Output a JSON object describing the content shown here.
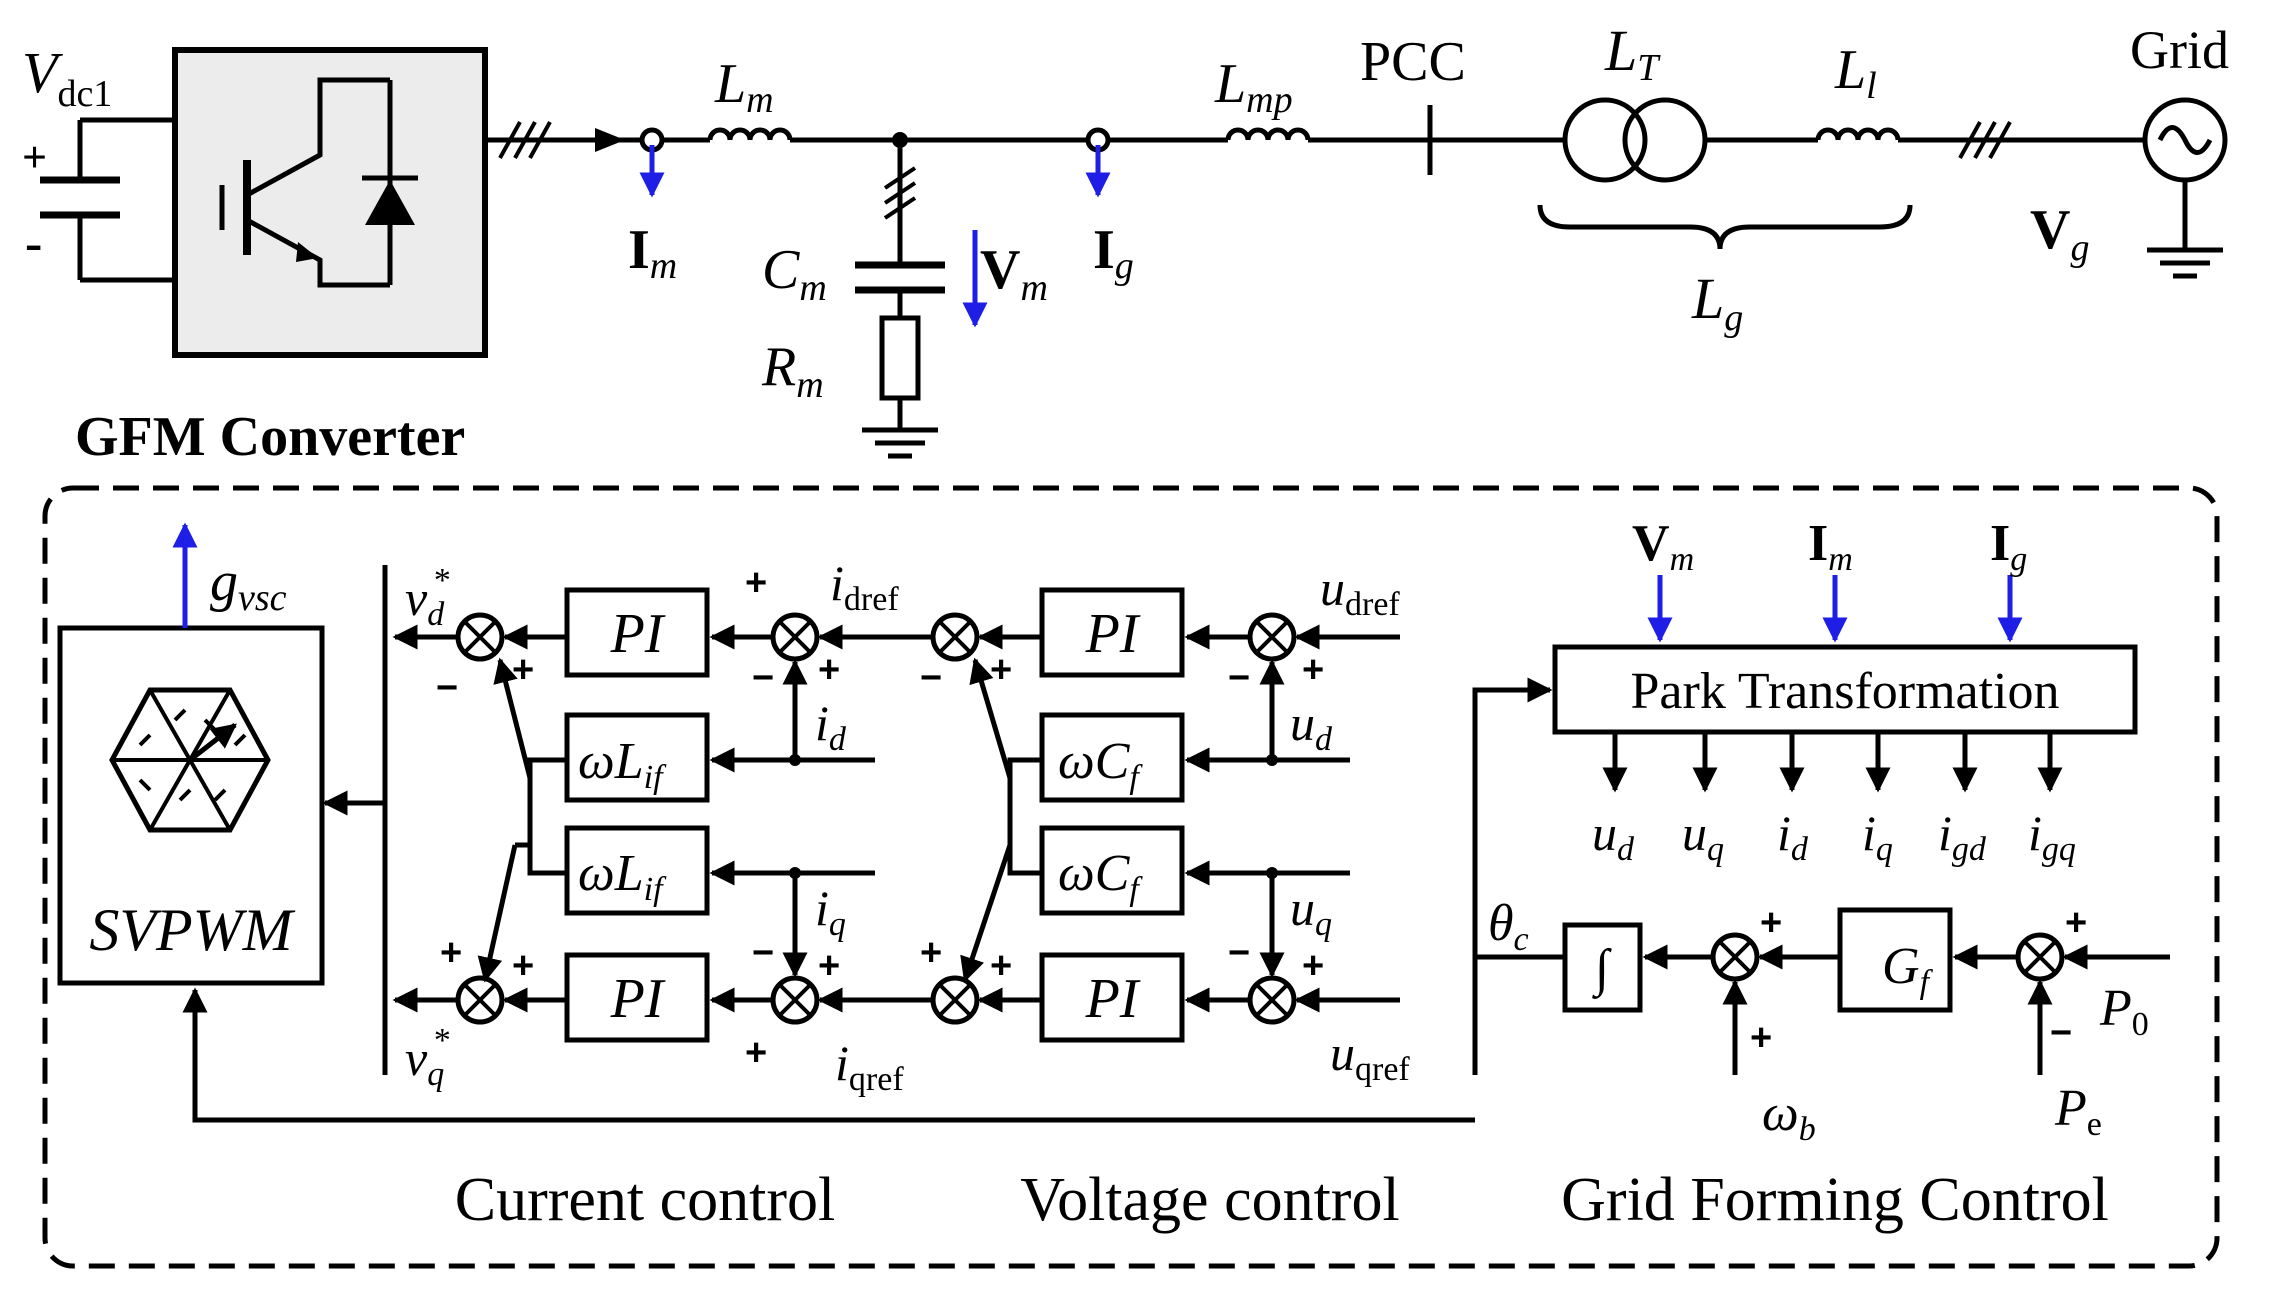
{
  "power_stage": {
    "dc_source": "V",
    "dc_source_sub": "dc1",
    "plus": "+",
    "minus": "-",
    "filter_inductor": "L",
    "filter_inductor_sub": "m",
    "converter_current": "I",
    "converter_current_sub": "m",
    "filter_capacitor": "C",
    "filter_capacitor_sub": "m",
    "damping_resistor": "R",
    "damping_resistor_sub": "m",
    "capacitor_voltage": "V",
    "capacitor_voltage_sub": "m",
    "grid_current": "I",
    "grid_current_sub": "g",
    "line_inductor_mp": "L",
    "line_inductor_mp_sub": "mp",
    "pcc_label": "PCC",
    "transformer": "L",
    "transformer_sub": "T",
    "line_inductor": "L",
    "line_inductor_sub": "l",
    "grid_inductance": "L",
    "grid_inductance_sub": "g",
    "grid_label": "Grid",
    "grid_voltage": "V",
    "grid_voltage_sub": "g",
    "converter_label": "GFM Converter"
  },
  "control": {
    "svpwm_label": "SVPWM",
    "gate_signal": "g",
    "gate_signal_sub": "vsc",
    "vd_star": "v",
    "vd_star_sub": "d",
    "vq_star": "v",
    "vq_star_sub": "q",
    "star": "*",
    "pi_label": "PI",
    "wlif_label": "ωL",
    "wlif_sub": "if",
    "wcf_label": "ωC",
    "wcf_sub": "f",
    "idref": "i",
    "idref_sub": "dref",
    "iqref": "i",
    "iqref_sub": "qref",
    "id": "i",
    "id_sub": "d",
    "iq": "i",
    "iq_sub": "q",
    "udref": "u",
    "udref_sub": "dref",
    "uqref": "u",
    "uqref_sub": "qref",
    "ud": "u",
    "ud_sub": "d",
    "uq": "u",
    "uq_sub": "q",
    "park_label": "Park Transformation",
    "park_inputs": [
      {
        "sym": "V",
        "sub": "m"
      },
      {
        "sym": "I",
        "sub": "m"
      },
      {
        "sym": "I",
        "sub": "g"
      }
    ],
    "park_outputs": [
      {
        "sym": "u",
        "sub": "d"
      },
      {
        "sym": "u",
        "sub": "q"
      },
      {
        "sym": "i",
        "sub": "d"
      },
      {
        "sym": "i",
        "sub": "q"
      },
      {
        "sym": "i",
        "sub": "gd"
      },
      {
        "sym": "i",
        "sub": "gq"
      }
    ],
    "theta": "θ",
    "theta_sub": "c",
    "integrator": "∫",
    "gf_label": "G",
    "gf_sub": "f",
    "omega_b": "ω",
    "omega_b_sub": "b",
    "p0": "P",
    "p0_sub": "0",
    "pe": "P",
    "pe_sub": "e",
    "current_control_label": "Current control",
    "voltage_control_label": "Voltage control",
    "gfm_control_label": "Grid Forming Control"
  },
  "colors": {
    "signal_arrow": "#1e1ee6",
    "block_fill": "#ececec"
  }
}
